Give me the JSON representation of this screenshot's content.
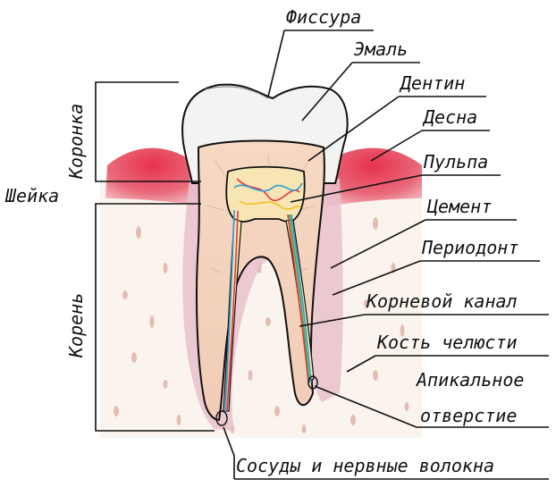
{
  "labels": {
    "fissure": "Фиссура",
    "enamel": "Эмаль",
    "dentin": "Дентин",
    "gum": "Десна",
    "pulp": "Пульпа",
    "cement": "Цемент",
    "periodontium": "Периодонт",
    "root_canal": "Корневой канал",
    "jaw_bone": "Кость челюсти",
    "apical_foramen_line1": "Апикальное",
    "apical_foramen_line2": "отверстие",
    "vessels_nerves": "Сосуды и нервные волокна",
    "crown": "Коронка",
    "neck": "Шейка",
    "root": "Корень"
  },
  "colors": {
    "enamel": "#f2f2f0",
    "dentin": "#f3d9c6",
    "pulp": "#f6e3b0",
    "gum": "#e0405a",
    "bone": "#fbf3ec",
    "cement_periodontium": "#e6b8c4",
    "ink": "#111111"
  }
}
